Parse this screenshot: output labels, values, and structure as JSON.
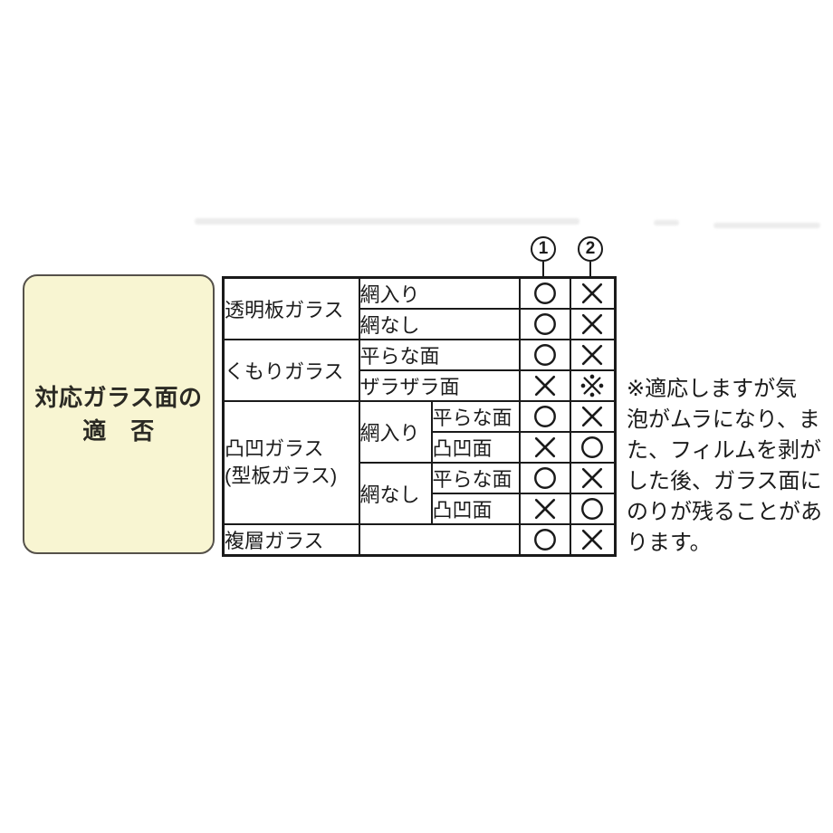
{
  "panel": {
    "title_line1": "対応ガラス面の",
    "title_line2": "適　否",
    "fill_color": "#F8F5D2",
    "border_color": "#55514A"
  },
  "header": {
    "cols": [
      "1",
      "2"
    ]
  },
  "table": {
    "line_color": "#1a1a1a",
    "groups": [
      {
        "label": "透明板ガラス",
        "rows": [
          {
            "surface": "網入り",
            "v1": "○",
            "v2": "×"
          },
          {
            "surface": "網なし",
            "v1": "○",
            "v2": "×"
          }
        ]
      },
      {
        "label": "くもりガラス",
        "rows": [
          {
            "surface": "平らな面",
            "v1": "○",
            "v2": "×"
          },
          {
            "surface": "ザラザラ面",
            "v1": "×",
            "v2": "※"
          }
        ]
      },
      {
        "label": "凸凹ガラス",
        "label2": "(型板ガラス)",
        "rows": [
          {
            "mesh": "網入り",
            "surface": "平らな面",
            "v1": "○",
            "v2": "×"
          },
          {
            "surface": "凸凹面",
            "v1": "×",
            "v2": "○"
          },
          {
            "mesh": "網なし",
            "surface": "平らな面",
            "v1": "○",
            "v2": "×"
          },
          {
            "surface": "凸凹面",
            "v1": "×",
            "v2": "○"
          }
        ]
      },
      {
        "label": "複層ガラス",
        "rows": [
          {
            "surface": "",
            "v1": "○",
            "v2": "×"
          }
        ]
      }
    ]
  },
  "note": {
    "full_text": "※適応しますが気泡がムラになり、また、フィルムを剥がした後、ガラス面にのりが残ることがあります。",
    "lines": [
      "※適応しますが気",
      "泡がムラになり、ま",
      "た、フィルムを剥が",
      "した後、ガラス面に",
      "のりが残ることがあ",
      "ります。"
    ]
  }
}
